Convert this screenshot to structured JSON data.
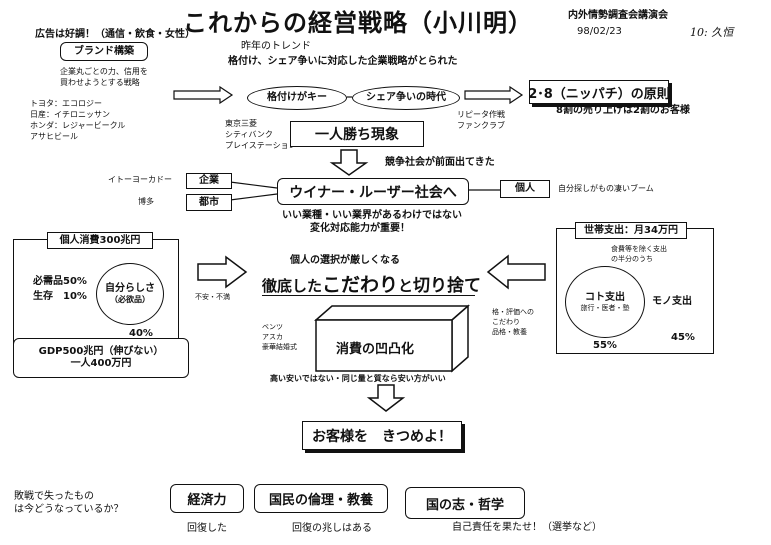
{
  "header": {
    "title": "これからの経営戦略（小川明）",
    "event": "内外情勢調査会講演会",
    "date": "98/02/23",
    "handwritten": "10: 久恒"
  },
  "top_left": {
    "ad_note": "広告は好調！（通信・飲食・女性）",
    "brand_box": "ブランド構築",
    "brand_desc_1": "企業丸ごとの力、信用を",
    "brand_desc_2": "買わせようとする戦略",
    "examples": [
      "トヨタ：エコロジー",
      "日産：イチロニッサン",
      "ホンダ：レジャービークル",
      "アサヒビール"
    ]
  },
  "trend": {
    "label": "昨年のトレンド",
    "desc": "格付け、シェア争いに対応した企業戦略がとられた",
    "oval_left": "格付けがキー",
    "oval_right": "シェア争いの時代",
    "companies": [
      "東京三菱",
      "シティバンク",
      "プレイステーション"
    ],
    "hitori_box": "一人勝ち現象",
    "repeat": [
      "リピータ作戦",
      "ファンクラブ"
    ],
    "principle_box": "2･8（ニッパチ）の原則",
    "principle_desc": "8割の売り上げは2割のお客様"
  },
  "society": {
    "compete": "競争社会が前面出てきた",
    "main_box": "ウイナー・ルーザー社会へ",
    "left_name_1": "イトーヨーカドー",
    "left_box_1": "企業",
    "left_name_2": "博多",
    "left_box_2": "都市",
    "right_box": "個人",
    "right_note": "自分探しがもの凄いブーム",
    "note_1": "いい業種・いい業界があるわけではない",
    "note_2": "変化対応能力が重要！"
  },
  "left_panel": {
    "title": "個人消費300兆円",
    "nec_label": "必需品50%",
    "life_label": "生存　10%",
    "circle_1": "自分らしさ",
    "circle_2": "（必欲品）",
    "percent": "40%",
    "arrow_note": "不安・不満",
    "gdp_1": "GDP500兆円（伸びない）",
    "gdp_2": "一人400万円"
  },
  "right_panel": {
    "title": "世帯支出：月34万円",
    "food_1": "食費等を除く支出",
    "food_2": "の半分のうち",
    "koto": "コト支出",
    "koto_sub": "旅行・医者・塾",
    "mono": "モノ支出",
    "koto_pct": "55%",
    "mono_pct": "45%",
    "arrow_note_1": "格・評価への",
    "arrow_note_2": "こだわり",
    "arrow_note_3": "品格・教養"
  },
  "center": {
    "choice": "個人の選択が厳しくなる",
    "headline_a": "徹底した",
    "headline_b": "こだわり",
    "headline_c": "と",
    "headline_d": "切り捨て",
    "luxury": [
      "ベンツ",
      "アスカ",
      "豪華結婚式"
    ],
    "cube": "消費の凹凸化",
    "value_note": "高い安いではない・同じ量と質なら安い方がいい",
    "customer_box": "お客様を　きつめよ！"
  },
  "bottom": {
    "question_1": "敗戦で失ったもの",
    "question_2": "は今どうなっているか？",
    "box_1": "経済力",
    "box_2": "国民の倫理・教養",
    "box_3": "国の志・哲学",
    "note_1": "回復した",
    "note_2": "回復の兆しはある",
    "note_3": "自己責任を果たせ！（選挙など）"
  }
}
